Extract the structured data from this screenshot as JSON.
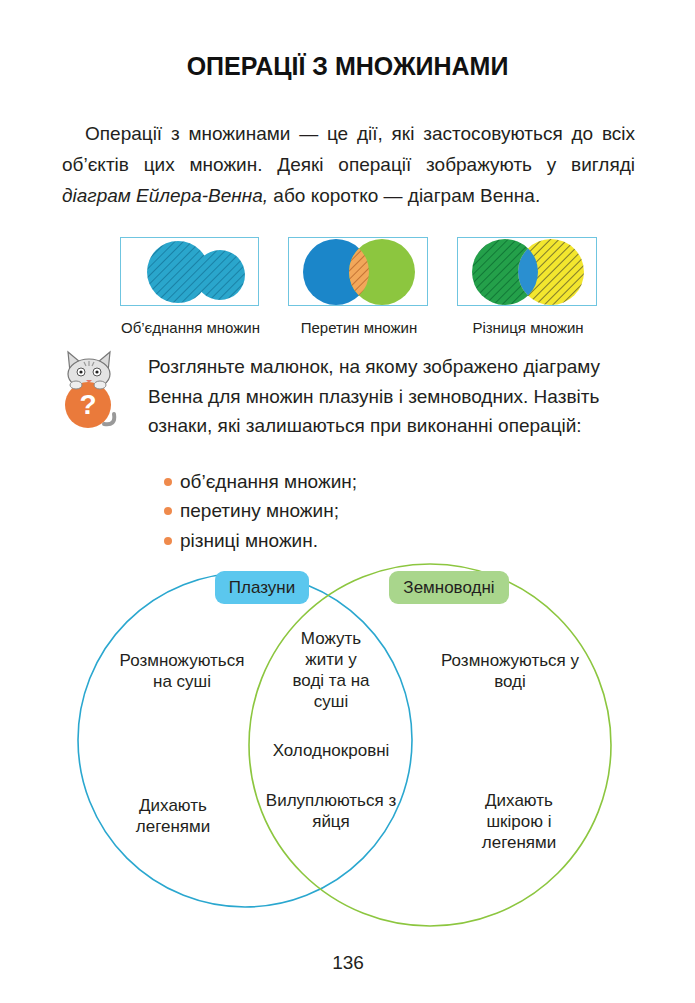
{
  "diagram": {
    "title": "ОПЕРАЦІЇ З МНОЖИНАМИ",
    "nodes": [
      {
        "text": [
          "Об’єднання множин"
        ]
      },
      {
        "text": [
          "Перетин множин"
        ]
      },
      {
        "text": [
          "Різниця множин"
        ]
      },
      {
        "text": [
          "Плазуни",
          "Розмножуються на суші",
          "Дихають легенями"
        ]
      },
      {
        "text": [
          "Земноводні",
          "Розмножуються у воді",
          "Дихають шкірою і легенями"
        ]
      }
    ],
    "labels": [
      "Операції з множинами — це дії, які застосовуються до всіх об’єктів цих множин. Деякі операції зображують у вигляді",
      "діаграм Ейлера-Венна,",
      "або коротко — діаграм Венна.",
      "?",
      "Розгляньте малюнок, на якому зображено діаграму Венна для множин плазунів і земноводних. Назвіть ознаки, які залишаються при виконанні операцій:",
      "об’єднання множин;",
      "перетину множин;",
      "різниці множин.",
      "Можуть жити у воді та на суші",
      "Холоднокровні",
      "Вилуплюються з яйця",
      "136"
    ]
  }
}
